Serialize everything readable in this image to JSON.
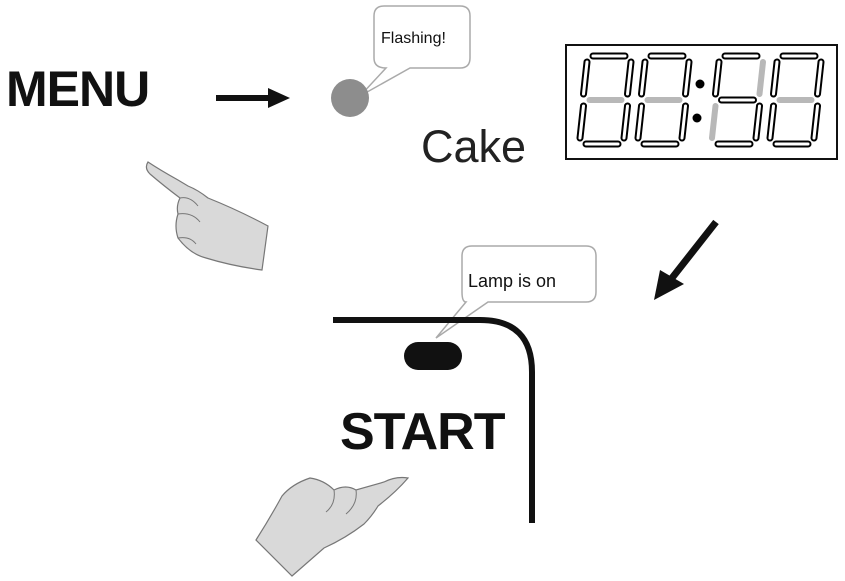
{
  "labels": {
    "menu": "MENU",
    "cake": "Cake",
    "start": "START"
  },
  "callouts": {
    "flashing": "Flashing!",
    "lamp": "Lamp is on"
  },
  "display": {
    "digits": [
      "0",
      "0",
      "5",
      "0"
    ],
    "colon": ":",
    "segment_on_color": "#000000",
    "segment_dim_color": "#b8b8b8"
  },
  "indicators": {
    "menu_led_color": "#8d8d8d",
    "start_lamp_color": "#111111"
  },
  "icons": [
    "right-arrow-icon",
    "down-left-arrow-icon",
    "pointing-hand-icon"
  ]
}
